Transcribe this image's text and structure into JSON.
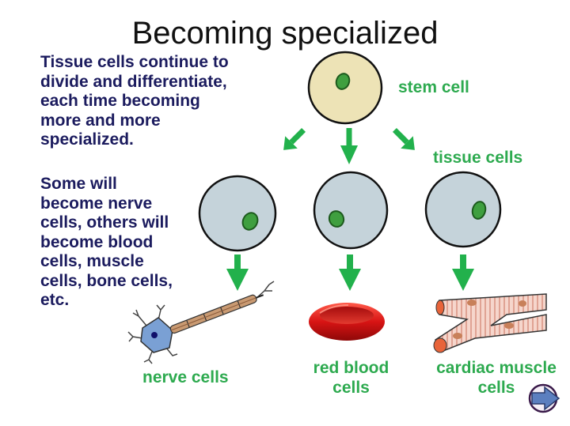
{
  "slide": {
    "title": "Becoming specialized",
    "paragraph1": {
      "lines": [
        "Tissue cells continue to",
        "divide and differentiate,",
        "each time becoming",
        "more and more",
        "specialized."
      ]
    },
    "paragraph2": {
      "lines": [
        "Some will",
        "become nerve",
        "cells, others will",
        "become blood",
        "cells, muscle",
        "cells, bone cells,",
        "etc."
      ]
    },
    "labels": {
      "stem_cell": "stem cell",
      "tissue_cells": "tissue cells",
      "nerve_cells": "nerve cells",
      "red_blood_cells": [
        "red blood",
        "cells"
      ],
      "cardiac_muscle_cells": [
        "cardiac muscle",
        "cells"
      ]
    },
    "colors": {
      "title": "#111111",
      "body_text": "#1b1b5e",
      "label_green": "#2daa4f",
      "arrow_green": "#22b14c",
      "stem_cell_fill": "#ede3b6",
      "tissue_cell_fill": "#c5d3da",
      "nucleus_fill": "#3f9f3f",
      "red_blood_cell": "#d81414",
      "muscle_fill": "#f4cfc4",
      "nav_button": "#5b7fbf"
    },
    "icons": {
      "arrows": "arrow-icon",
      "nav": "next-slide-arrow-icon"
    }
  }
}
